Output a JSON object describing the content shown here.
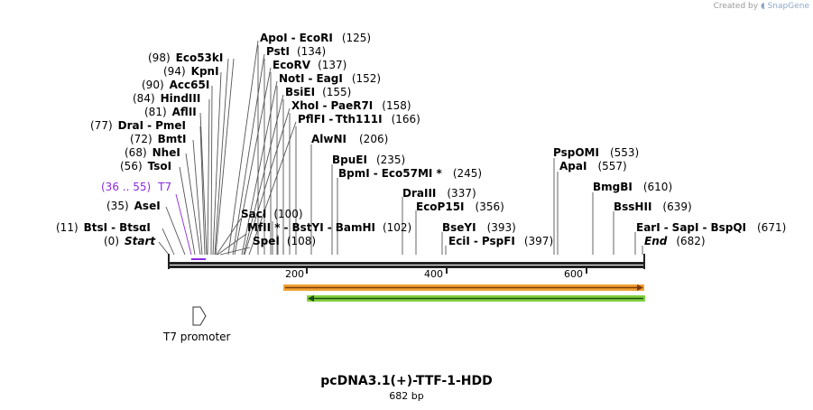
{
  "credit": {
    "prefix": "Created by",
    "brand": "SnapGene"
  },
  "plasmid": {
    "name": "pcDNA3.1(+)-TTF-1-HDD",
    "size_label": "682 bp",
    "length": 682
  },
  "scale_ticks": [
    "200",
    "400",
    "600"
  ],
  "sites": [
    {
      "pos": "(0)",
      "names": [
        "Start"
      ],
      "italic": true
    },
    {
      "pos": "(11)",
      "names": [
        "BtsI",
        "BtsαI"
      ]
    },
    {
      "pos": "(35)",
      "names": [
        "AseI"
      ]
    },
    {
      "pos": "(56)",
      "names": [
        "TsoI"
      ]
    },
    {
      "pos": "(68)",
      "names": [
        "NheI"
      ]
    },
    {
      "pos": "(72)",
      "names": [
        "BmtI"
      ]
    },
    {
      "pos": "(77)",
      "names": [
        "DraI",
        "PmeI"
      ]
    },
    {
      "pos": "(81)",
      "names": [
        "AflII"
      ]
    },
    {
      "pos": "(84)",
      "names": [
        "HindIII"
      ]
    },
    {
      "pos": "(90)",
      "names": [
        "Acc65I"
      ]
    },
    {
      "pos": "(94)",
      "names": [
        "KpnI"
      ]
    },
    {
      "pos": "(98)",
      "names": [
        "Eco53kI"
      ]
    },
    {
      "pos": "(100)",
      "names": [
        "SacI"
      ]
    },
    {
      "pos": "(102)",
      "names": [
        "MfII *",
        "BstYI",
        "BamHI"
      ]
    },
    {
      "pos": "(108)",
      "names": [
        "SpeI"
      ]
    },
    {
      "pos": "(125)",
      "names": [
        "ApoI",
        "EcoRI"
      ]
    },
    {
      "pos": "(134)",
      "names": [
        "PstI"
      ]
    },
    {
      "pos": "(137)",
      "names": [
        "EcoRV"
      ]
    },
    {
      "pos": "(152)",
      "names": [
        "NotI",
        "EagI"
      ]
    },
    {
      "pos": "(155)",
      "names": [
        "BsiEI"
      ]
    },
    {
      "pos": "(158)",
      "names": [
        "XhoI",
        "PaeR7I"
      ]
    },
    {
      "pos": "(166)",
      "names": [
        "PflFI",
        "Tth111I"
      ]
    },
    {
      "pos": "(206)",
      "names": [
        "AlwNI"
      ]
    },
    {
      "pos": "(235)",
      "names": [
        "BpuEI"
      ]
    },
    {
      "pos": "(245)",
      "names": [
        "BpmI",
        "Eco57MI *"
      ]
    },
    {
      "pos": "(337)",
      "names": [
        "DraIII"
      ]
    },
    {
      "pos": "(356)",
      "names": [
        "EcoP15I"
      ]
    },
    {
      "pos": "(393)",
      "names": [
        "BseYI"
      ]
    },
    {
      "pos": "(397)",
      "names": [
        "EciI",
        "PspFI"
      ]
    },
    {
      "pos": "(553)",
      "names": [
        "PspOMI"
      ]
    },
    {
      "pos": "(557)",
      "names": [
        "ApaI"
      ]
    },
    {
      "pos": "(610)",
      "names": [
        "BmgBI"
      ]
    },
    {
      "pos": "(639)",
      "names": [
        "BssHII"
      ]
    },
    {
      "pos": "(671)",
      "names": [
        "EarI",
        "SapI",
        "BspQI"
      ]
    },
    {
      "pos": "(682)",
      "names": [
        "End"
      ],
      "italic": true
    }
  ],
  "feature": {
    "range": "(36 .. 55)",
    "name": "T7",
    "color": "#8a2be2"
  },
  "promoter": {
    "label": "T7 promoter"
  },
  "orf_colors": {
    "orange": "#f0a030",
    "green": "#80d040",
    "brown": "#7a3b10"
  }
}
